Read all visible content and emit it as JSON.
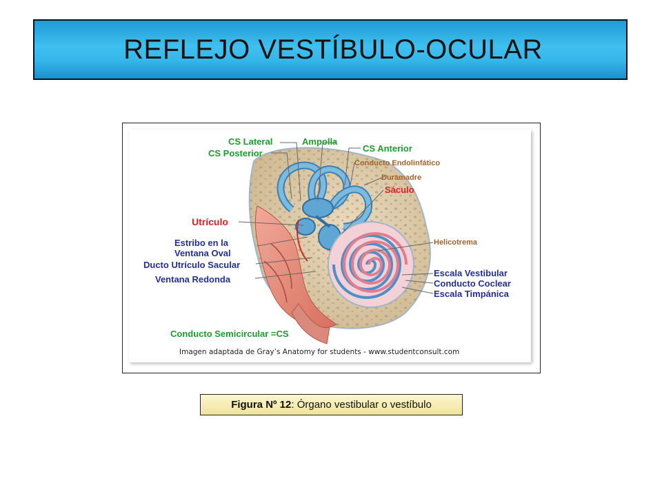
{
  "slide": {
    "title": "REFLEJO VESTÍBULO-OCULAR"
  },
  "figure": {
    "labels": {
      "cs_lateral": "CS Lateral",
      "ampolla": "Ampolla",
      "cs_posterior": "CS Posterior",
      "cs_anterior": "CS Anterior",
      "conducto_endolinfatico": "Conducto Endolinfático",
      "duramadre": "Duramadre",
      "saculo": "Sáculo",
      "utriculo": "Utrículo",
      "estribo_line1": "Estribo en la",
      "estribo_line2": "Ventana Oval",
      "ducto_utriculo_sacular": "Ducto Utrículo Sacular",
      "ventana_redonda": "Ventana Redonda",
      "helicotrema": "Helicotrema",
      "escala_vestibular": "Escala Vestibular",
      "conducto_coclear": "Conducto Coclear",
      "escala_timpanica": "Escala Timpánica",
      "conducto_semicircular": "Conducto Semicircular =CS"
    },
    "credit": "Imagen adaptada de Gray’s Anatomy for students - www.studentconsult.com",
    "colors": {
      "green_label": "#1f9a2c",
      "blue_label": "#23308f",
      "red_label": "#d8232a",
      "bone": "#e3d2b4",
      "canal": "#6aaed6",
      "cochlea_pink": "#e79aa8"
    }
  },
  "caption": {
    "bold": "Figura Nº 12",
    "text": ": Órgano vestibular o vestíbulo"
  }
}
